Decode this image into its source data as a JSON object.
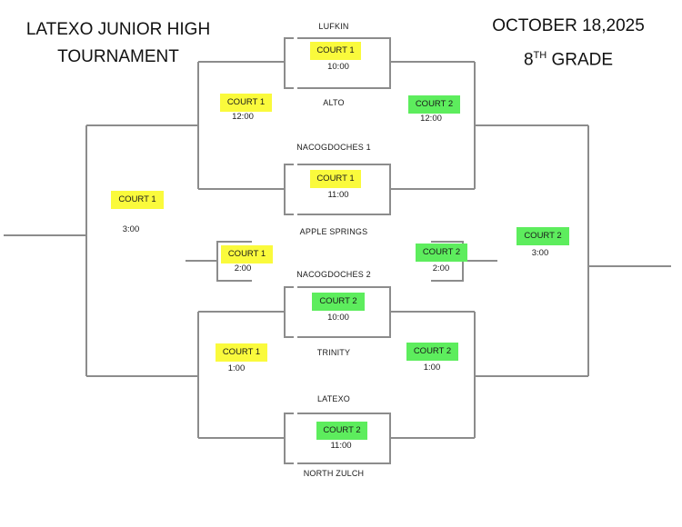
{
  "header": {
    "title_line1": "LATEXO JUNIOR HIGH",
    "title_line2": "TOURNAMENT",
    "date": "OCTOBER 18,2025",
    "grade_number": "8",
    "grade_suffix": "TH",
    "grade_label": "GRADE"
  },
  "teams": {
    "lufkin": "LUFKIN",
    "alto": "ALTO",
    "nacogdoches1": "NACOGDOCHES 1",
    "apple_springs": "APPLE SPRINGS",
    "nacogdoches2": "NACOGDOCHES 2",
    "trinity": "TRINITY",
    "latexo": "LATEXO",
    "north_zulch": "NORTH ZULCH"
  },
  "games": {
    "g_lufkin_alto": {
      "court": "COURT 1",
      "time": "10:00",
      "color": "#fafa3c"
    },
    "g_nac1_apple": {
      "court": "COURT 1",
      "time": "11:00",
      "color": "#fafa3c"
    },
    "g_nac2_trinity": {
      "court": "COURT 2",
      "time": "10:00",
      "color": "#5ded5d"
    },
    "g_latexo_nzulch": {
      "court": "COURT 2",
      "time": "11:00",
      "color": "#5ded5d"
    },
    "winners_top": {
      "court": "COURT 1",
      "time": "12:00",
      "color": "#fafa3c"
    },
    "winners_bottom": {
      "court": "COURT 1",
      "time": "1:00",
      "color": "#fafa3c"
    },
    "consolation_top": {
      "court": "COURT 2",
      "time": "12:00",
      "color": "#5ded5d"
    },
    "consolation_bottom": {
      "court": "COURT 2",
      "time": "1:00",
      "color": "#5ded5d"
    },
    "left_mini": {
      "court": "COURT 1",
      "time": "2:00",
      "color": "#fafa3c"
    },
    "right_mini": {
      "court": "COURT 2",
      "time": "2:00",
      "color": "#5ded5d"
    },
    "championship": {
      "court": "COURT 1",
      "time": "3:00",
      "color": "#fafa3c"
    },
    "consolation_final": {
      "court": "COURT 2",
      "time": "3:00",
      "color": "#5ded5d"
    }
  },
  "colors": {
    "court1": "#fafa3c",
    "court2": "#5ded5d",
    "bracket_line": "#8c8c8c"
  }
}
